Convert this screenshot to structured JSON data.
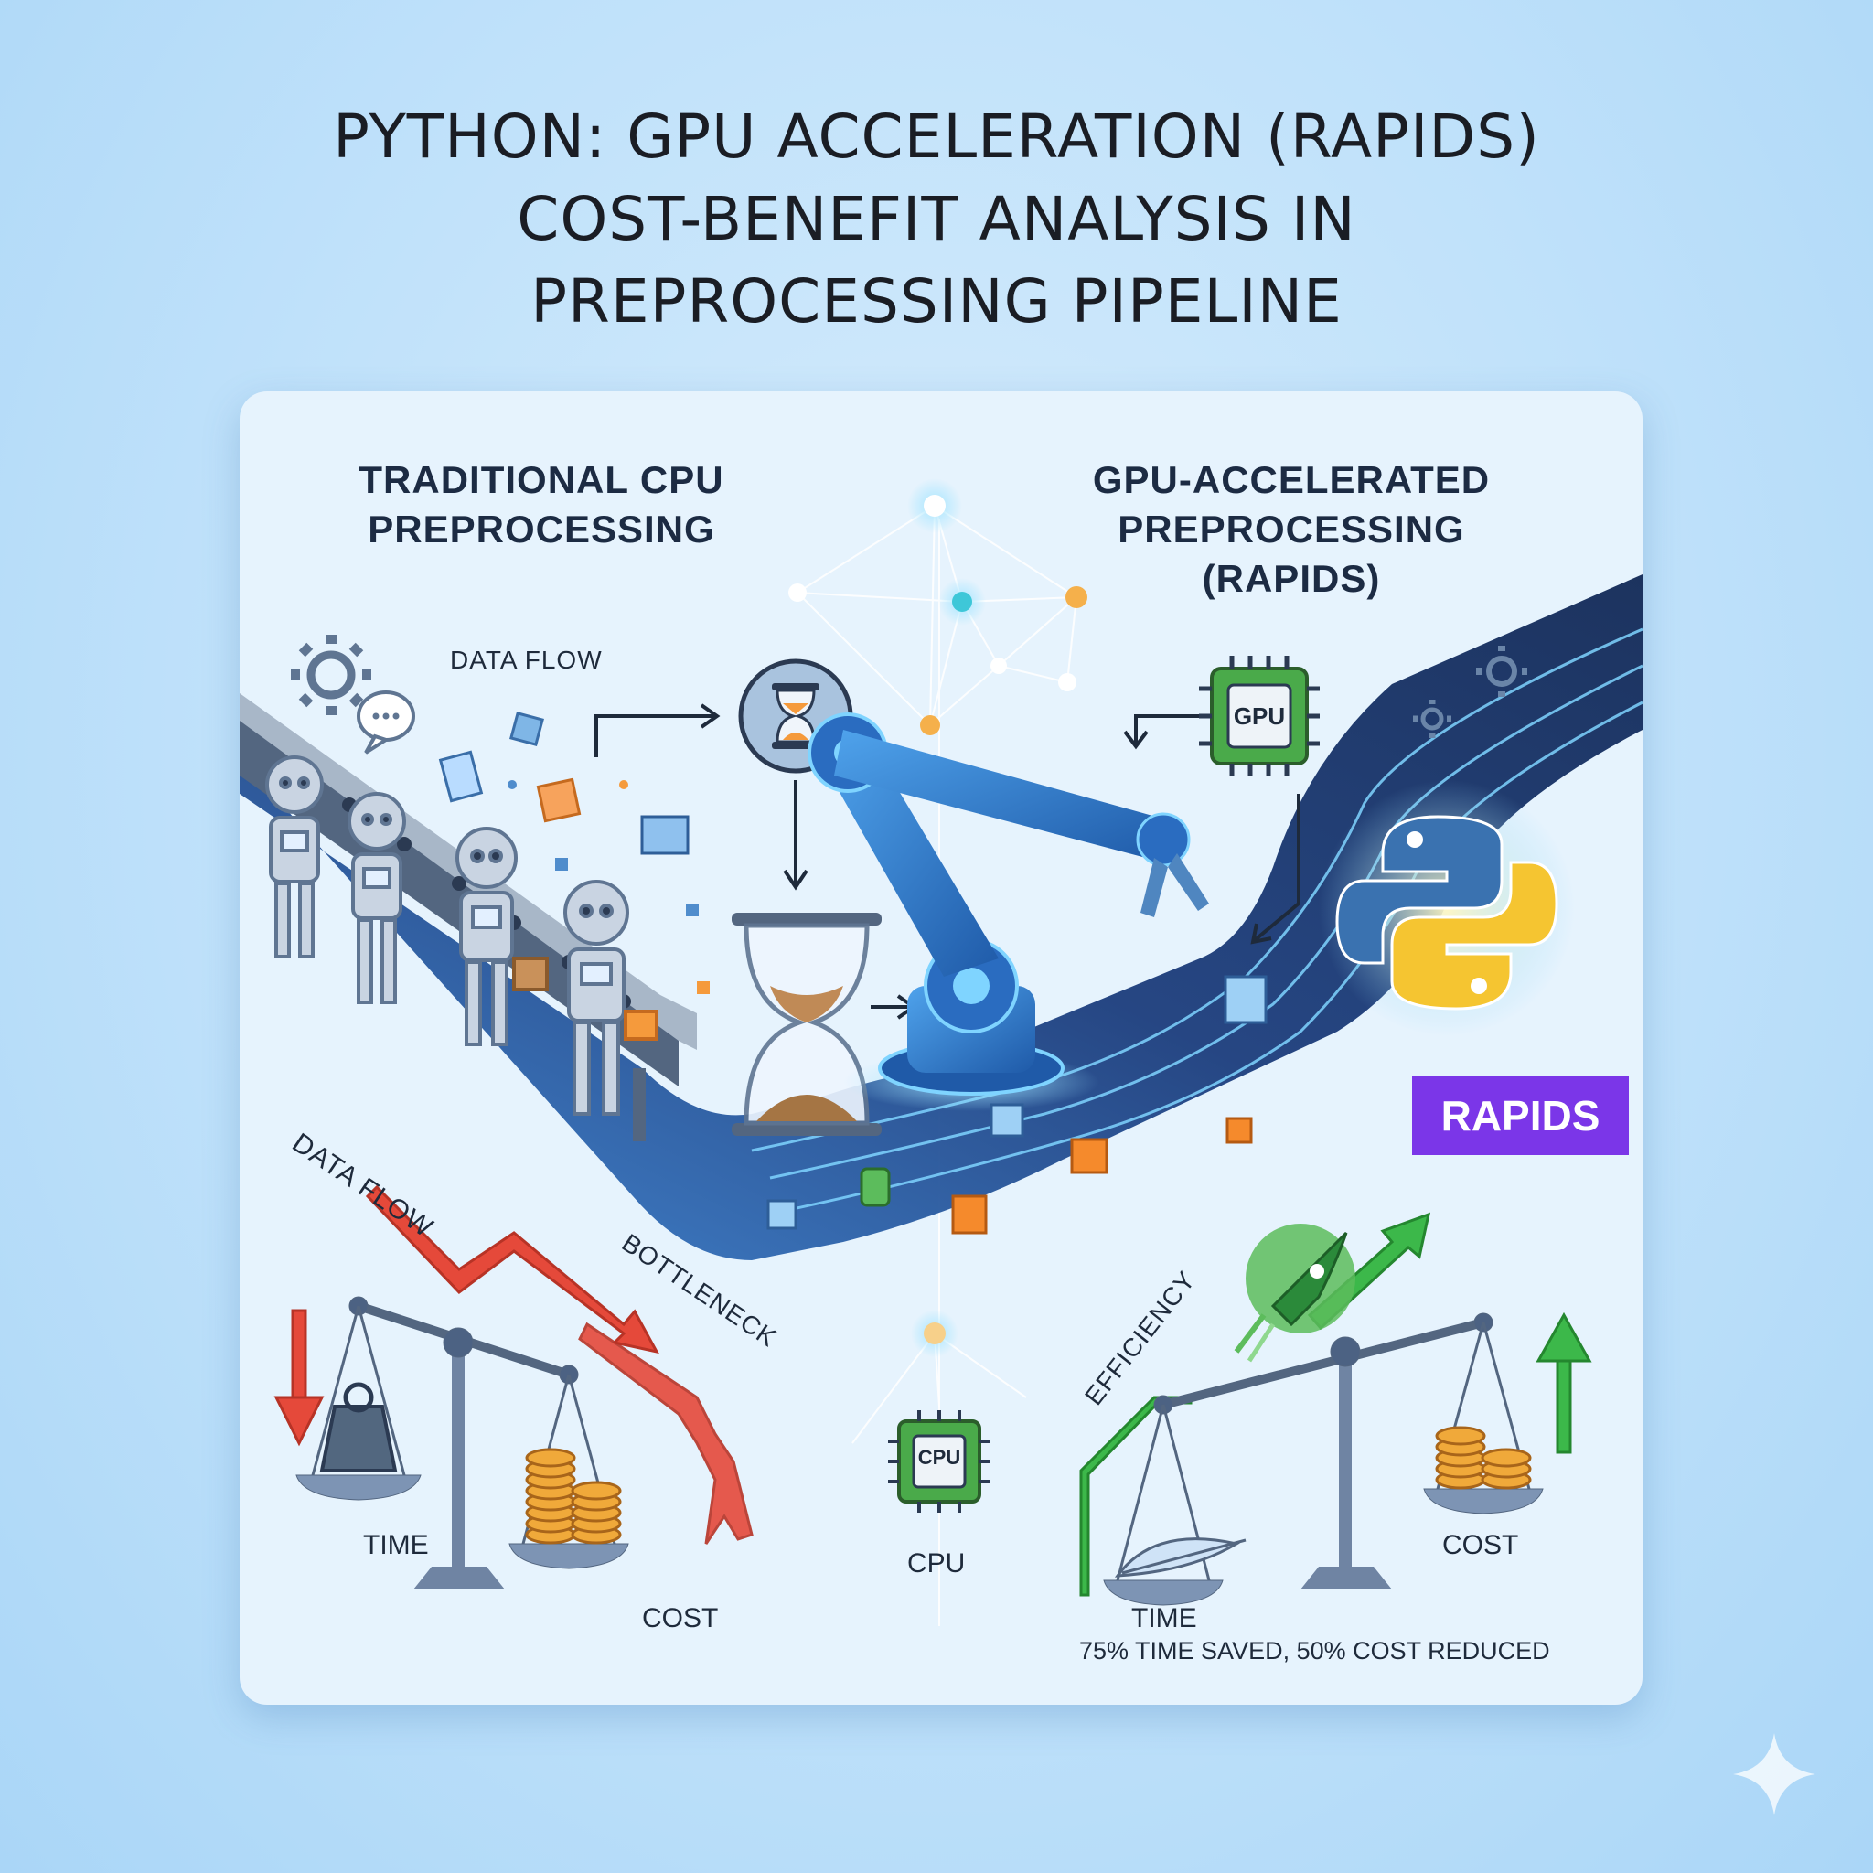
{
  "title": {
    "line1": "PYTHON: GPU ACCELERATION (RAPIDS)",
    "line2": "COST-BENEFIT ANALYSIS IN",
    "line3": "PREPROCESSING PIPELINE"
  },
  "left": {
    "heading1": "TRADITIONAL CPU",
    "heading2": "PREPROCESSING",
    "data_flow_top": "DATA FLOW",
    "data_flow_diag": "DATA FLOW",
    "bottleneck": "BOTTLENECK",
    "time": "TIME",
    "cost": "COST"
  },
  "right": {
    "heading1": "GPU-ACCELERATED",
    "heading2": "PREPROCESSING",
    "heading3": "(RAPIDS)",
    "gpu_chip": "GPU",
    "rapids_badge": "RAPIDS",
    "efficiency": "EFFICIENCY",
    "time": "TIME",
    "cost": "COST",
    "summary": "75% TIME SAVED, 50% COST REDUCED"
  },
  "center": {
    "cpu_chip": "CPU",
    "cpu_label": "CPU"
  },
  "colors": {
    "accent_blue": "#2f8fe0",
    "arrow_red": "#e5493a",
    "arrow_green": "#3cb84a",
    "rapids_purple": "#7b36e8",
    "python_blue": "#3a72b0",
    "python_yellow": "#f5c531"
  },
  "icons": [
    "gear-icon",
    "speech-bubble-icon",
    "hourglass-icon",
    "robot-icon",
    "robotic-arm-icon",
    "python-logo-icon",
    "gpu-chip-icon",
    "cpu-chip-icon",
    "balance-scale-icon",
    "weight-icon",
    "coins-icon",
    "feather-icon",
    "rocket-icon",
    "sparkle-icon"
  ]
}
